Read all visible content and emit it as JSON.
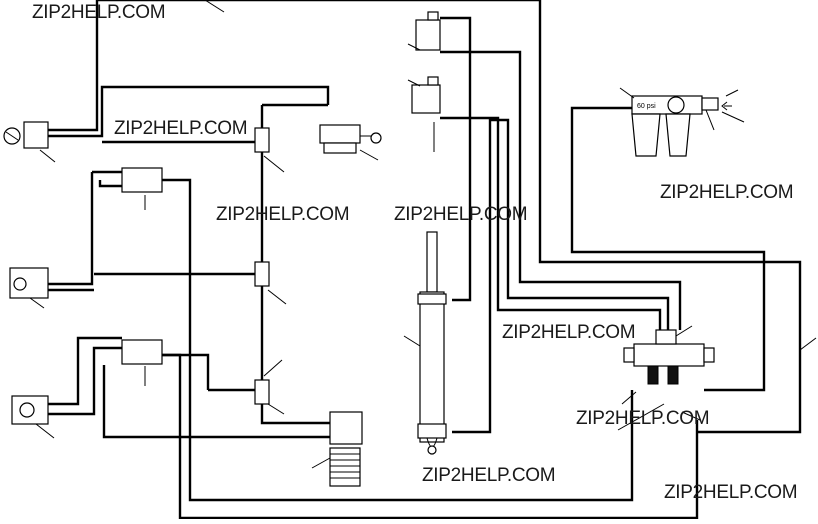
{
  "watermarks": [
    "ZIP2HELP.COM",
    "ZIP2HELP.COM",
    "ZIP2HELP.COM",
    "ZIP2HELP.COM",
    "ZIP2HELP.COM",
    "ZIP2HELP.COM",
    "ZIP2HELP.COM",
    "ZIP2HELP.COM",
    "ZIP2HELP.COM"
  ],
  "regulator": {
    "gauge_label": "60 psi"
  }
}
